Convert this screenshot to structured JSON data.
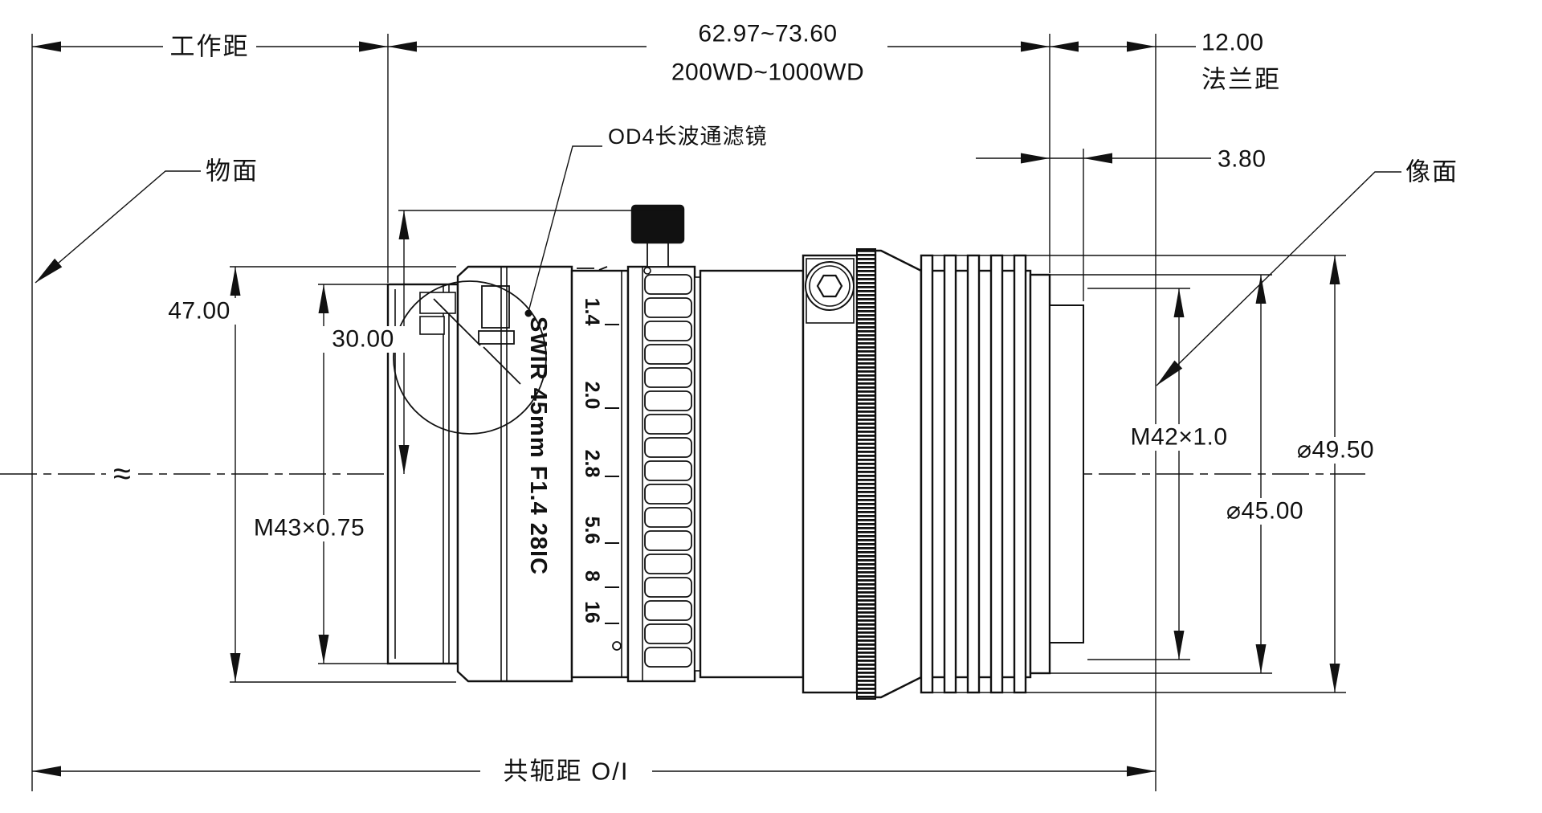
{
  "annotations": {
    "object_plane": "物面",
    "image_plane": "像面",
    "working_distance": "工作距",
    "flange_distance_label": "法兰距",
    "filter_callout": "OD4长波通滤镜",
    "conjugate_distance": "共轭距 O/I",
    "break_symbol": "≈"
  },
  "dimensions": {
    "working_distance_range_mm": "62.97~73.60",
    "working_distance_range_wd": "200WD~1000WD",
    "flange_distance": "12.00",
    "rear_protrusion": "3.80",
    "axis_to_knob_top": "30.00",
    "front_outer_diameter": "47.00",
    "front_filter_thread": "M43×0.75",
    "rear_mount_thread": "M42×1.0",
    "rear_shoulder_diameter": "⌀45.00",
    "max_rear_diameter": "⌀49.50"
  },
  "lens_markings": {
    "model_label": "SWIR 45mm F1.4 28IC",
    "aperture_scale": [
      "1.4",
      "2.0",
      "2.8",
      "5.6",
      "8",
      "16"
    ]
  },
  "colors": {
    "line": "#111111",
    "background": "#ffffff"
  }
}
